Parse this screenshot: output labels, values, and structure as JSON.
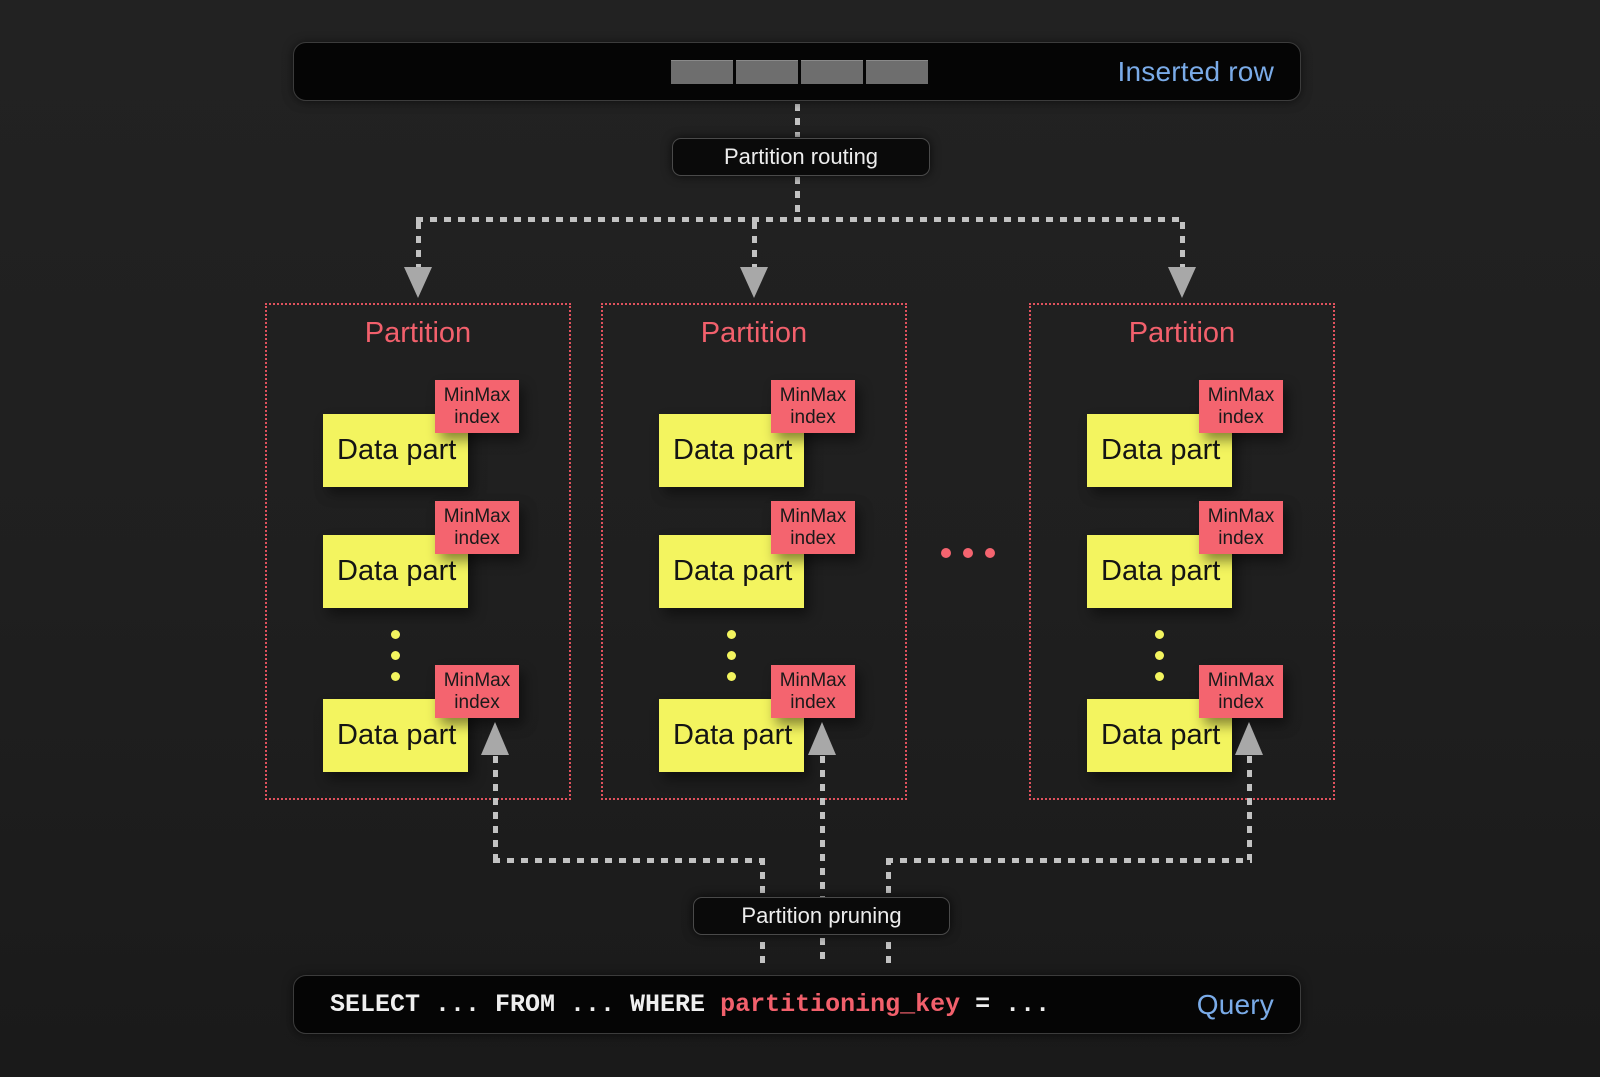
{
  "colors": {
    "background": "#1f1f1f",
    "bar_background": "#050505",
    "accent_blue": "#7aabe8",
    "coral_red": "#f2606c",
    "minmax_red": "#f4646f",
    "data_part_yellow": "#f3f45f",
    "arrow_gray": "#c2c2c2",
    "partition_border_red": "#e0525e"
  },
  "inserted_row": {
    "label": "Inserted row",
    "cell_count": 4
  },
  "labels": {
    "routing": "Partition routing",
    "pruning": "Partition pruning"
  },
  "partitions": [
    {
      "title": "Partition"
    },
    {
      "title": "Partition"
    },
    {
      "title": "Partition"
    }
  ],
  "data_part": {
    "label": "Data part"
  },
  "minmax": {
    "line1": "MinMax",
    "line2": "index"
  },
  "ellipsis": {
    "between_partitions_dots": 3,
    "inside_partition_dots": 3
  },
  "query": {
    "sql_prefix": "SELECT ... FROM ... WHERE ",
    "sql_key": "partitioning_key",
    "sql_suffix": " = ...",
    "label": "Query"
  }
}
